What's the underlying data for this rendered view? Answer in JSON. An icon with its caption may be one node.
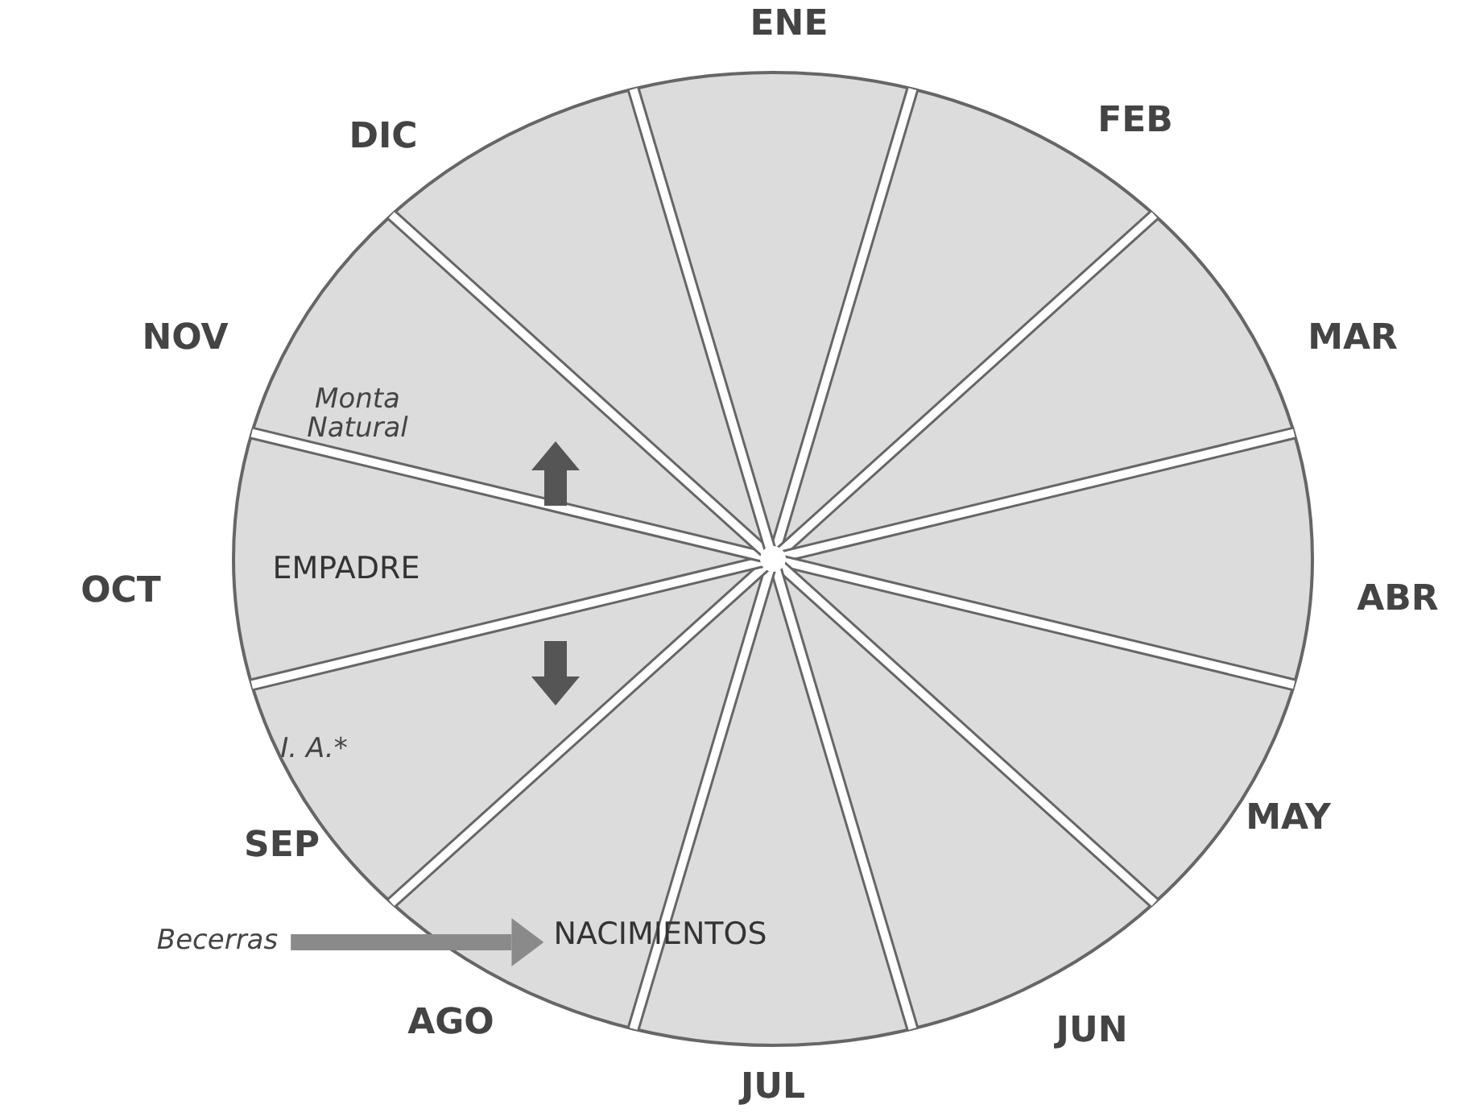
{
  "diagram": {
    "nodes": [
      {
        "text": [
          "Becerras"
        ]
      },
      {
        "text": [
          "NACIMIENTOS"
        ]
      }
    ],
    "edges": [
      {
        "from": 0,
        "to": 1,
        "arrow": "to"
      }
    ],
    "labels": [
      "ENE",
      "DIC",
      "FEB",
      "NOV",
      "MAR",
      "Monta Natural",
      "EMPADRE",
      "OCT",
      "ABR",
      "I. A.*",
      "SEP",
      "MAY",
      "AGO",
      "JUN",
      "JUL"
    ]
  }
}
